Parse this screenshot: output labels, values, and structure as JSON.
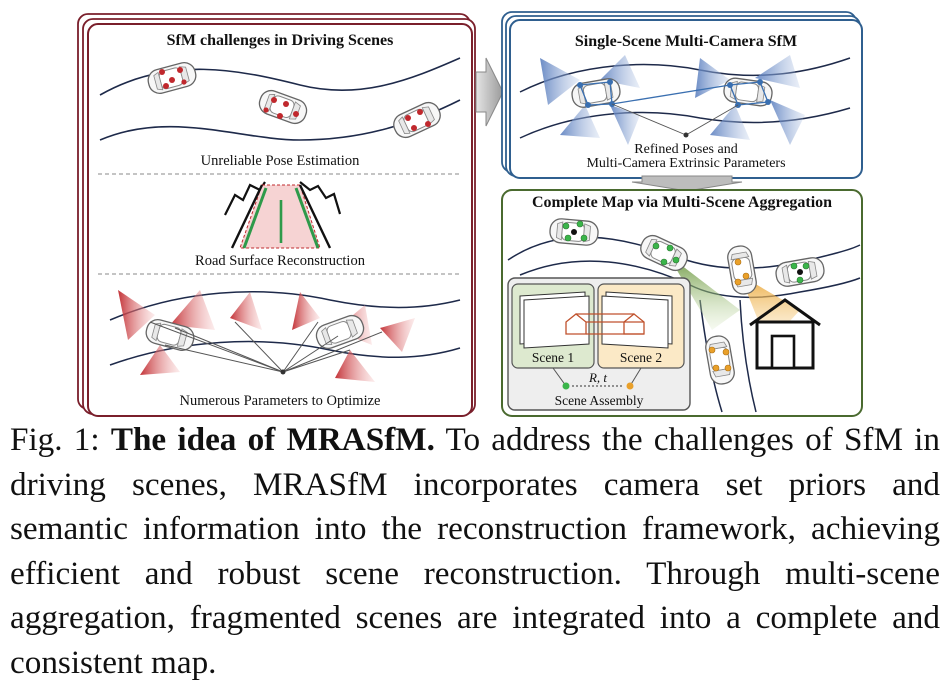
{
  "panels": {
    "challenges": {
      "title": "SfM challenges in Driving Scenes",
      "items": [
        "Unreliable Pose Estimation",
        "Road Surface Reconstruction",
        "Numerous Parameters to Optimize"
      ]
    },
    "single_scene": {
      "title": "Single-Scene Multi-Camera SfM",
      "caption_line1": "Refined Poses and",
      "caption_line2": "Multi-Camera Extrinsic Parameters"
    },
    "complete_map": {
      "title": "Complete Map via Multi-Scene Aggregation",
      "scene1": "Scene 1",
      "scene2": "Scene 2",
      "transform": "R, t",
      "assembly": "Scene Assembly"
    }
  },
  "caption": {
    "label": "Fig. 1:",
    "bold": "The idea of MRASfM.",
    "text": "To address the challenges of SfM in driving scenes, MRASfM incorporates camera set priors and semantic information into the reconstruction framework, achieving efficient and robust scene reconstruction. Through multi-scene aggregation, fragmented scenes are integrated into a complete and consistent map."
  },
  "colors": {
    "challenges_border": "#7a1f2b",
    "single_scene_border": "#2f5f8f",
    "complete_map_border": "#4a6a2f",
    "scene1_fill": "#dde9cf",
    "scene2_fill": "#fbe9c6",
    "accent_red": "#c0282d",
    "accent_green": "#3ab54a",
    "accent_orange": "#e9a02a",
    "cone_blue": "#7d9ccc",
    "road_green": "#2e9a4a"
  }
}
